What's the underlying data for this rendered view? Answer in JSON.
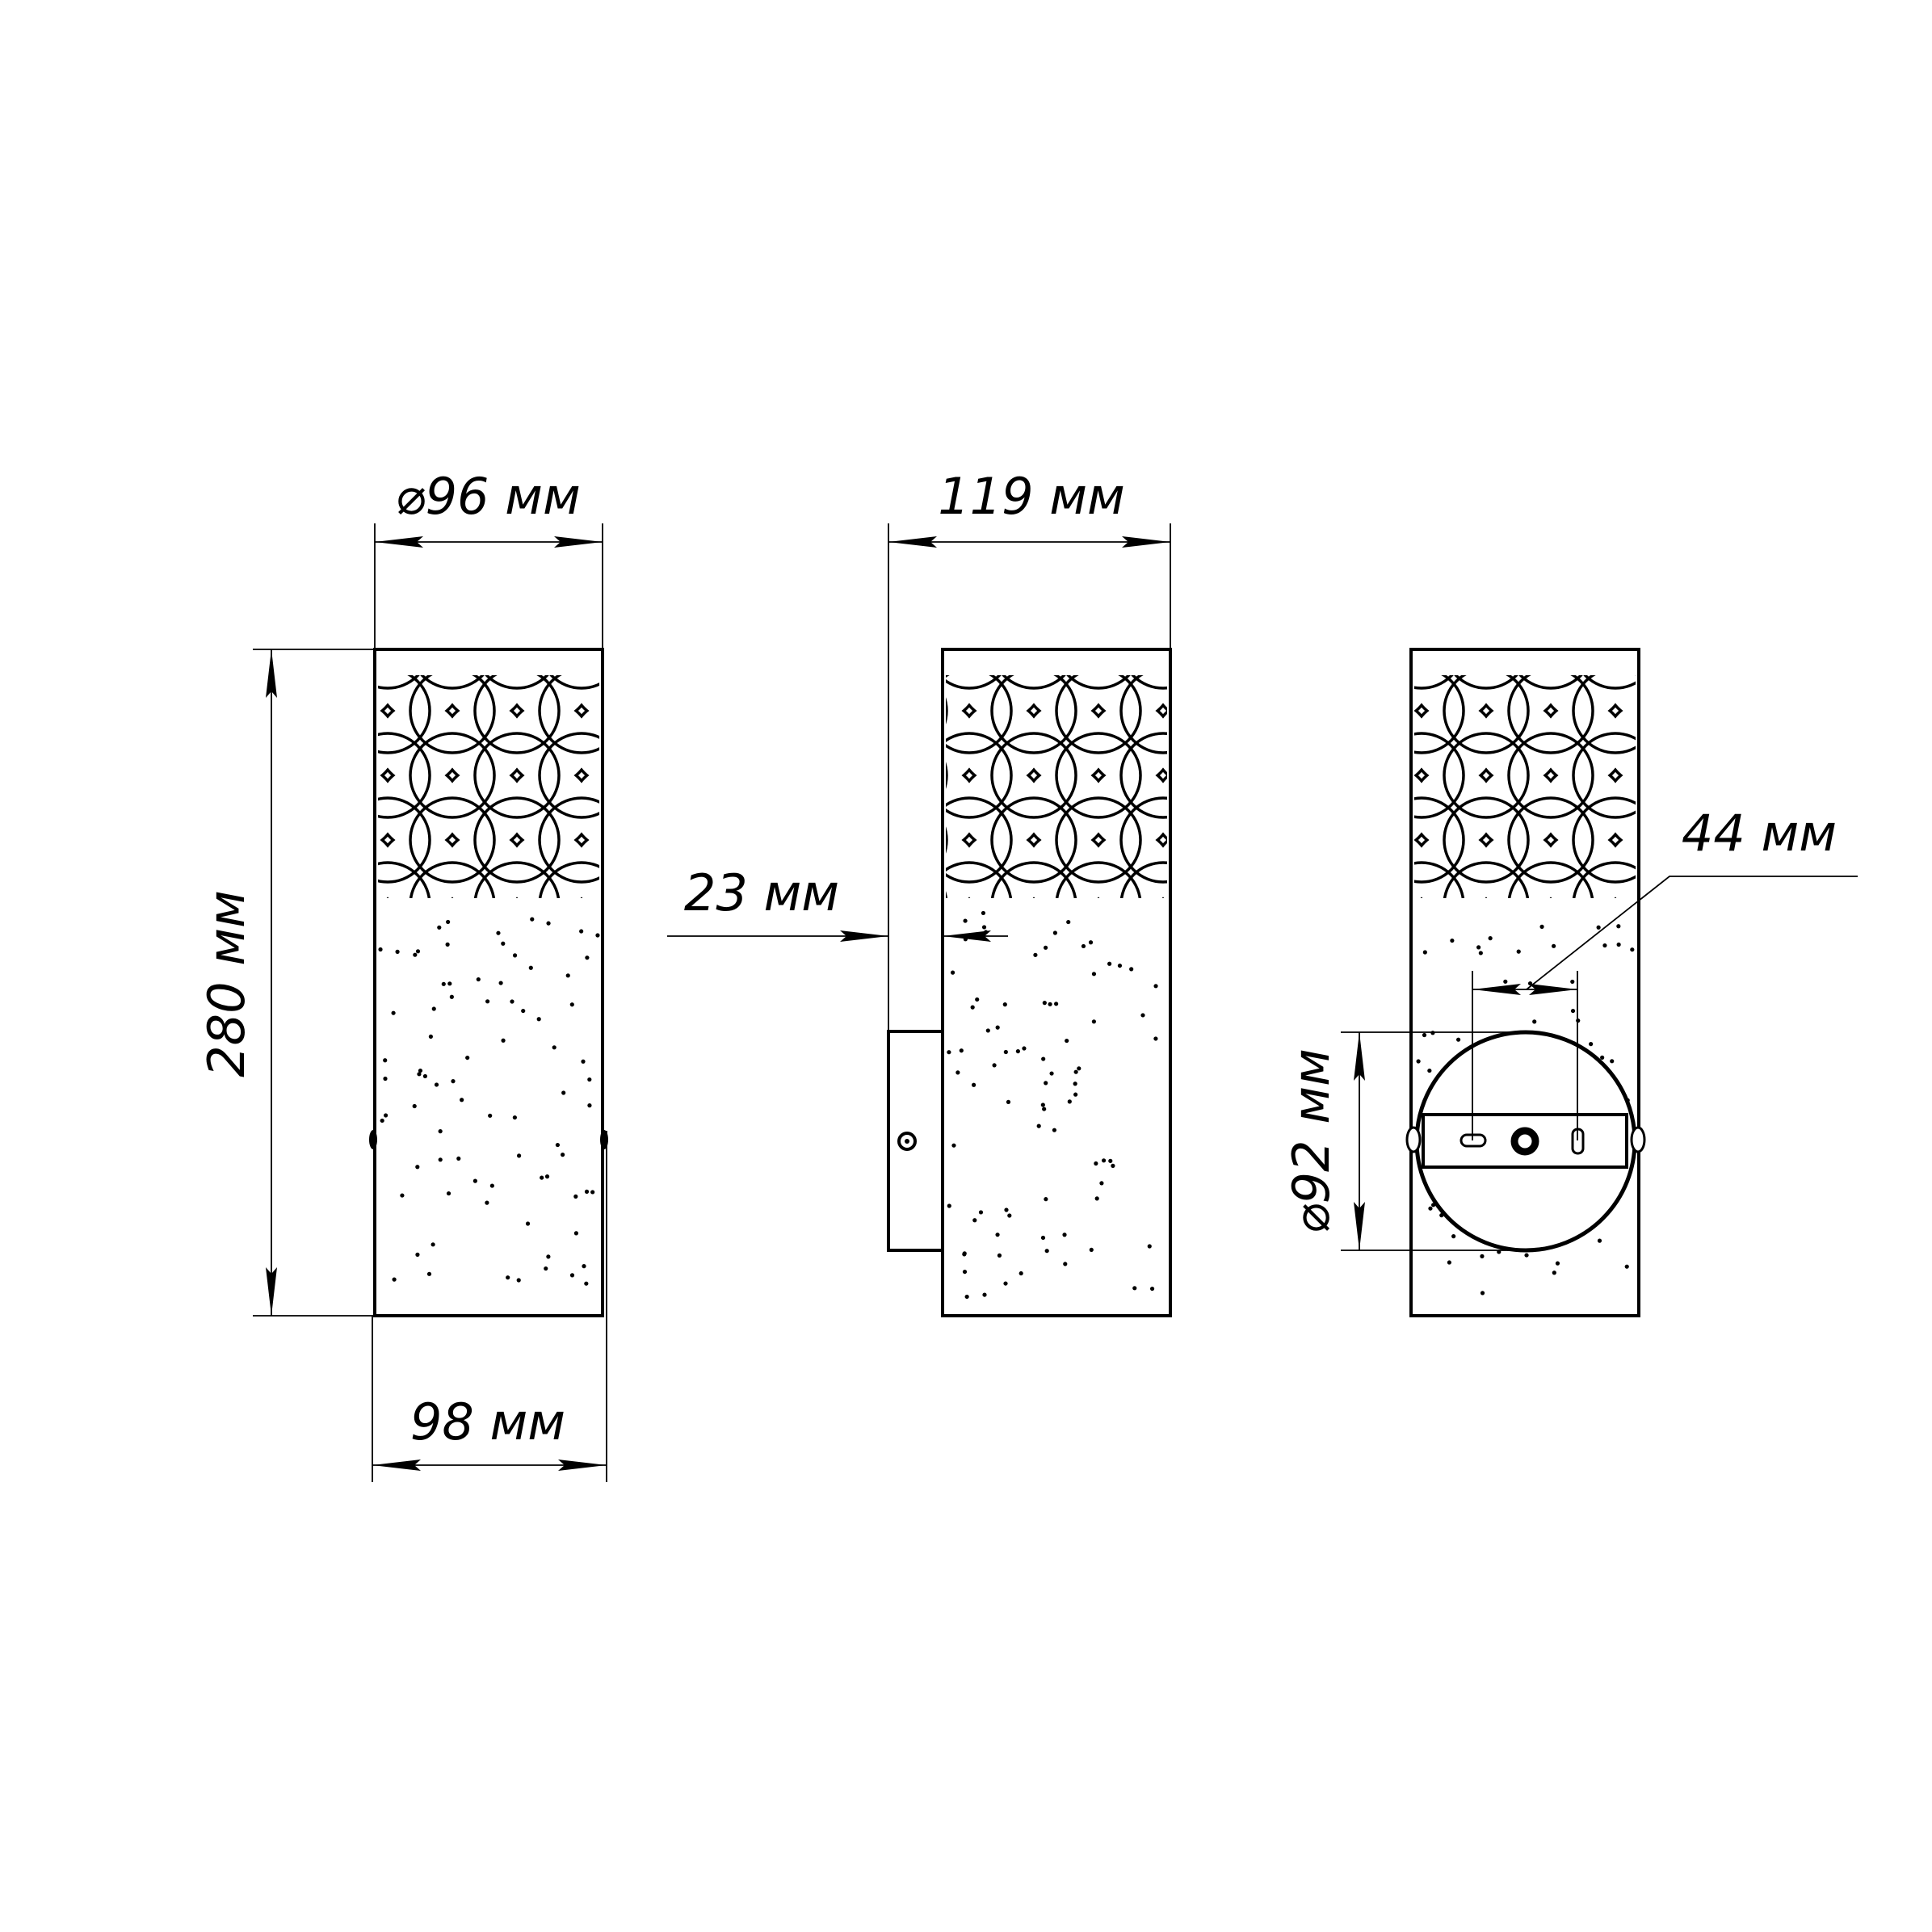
{
  "drawing": {
    "front_view": {
      "diameter_label": "⌀96 мм",
      "height_label": "280 мм",
      "width_label": "98 мм"
    },
    "side_view": {
      "depth_label": "119 мм",
      "plate_label": "23 мм"
    },
    "back_view": {
      "hole_spacing_label": "44 мм",
      "plate_diameter_label": "⌀92 мм"
    },
    "line_color": "#000000",
    "background_color": "#ffffff"
  }
}
